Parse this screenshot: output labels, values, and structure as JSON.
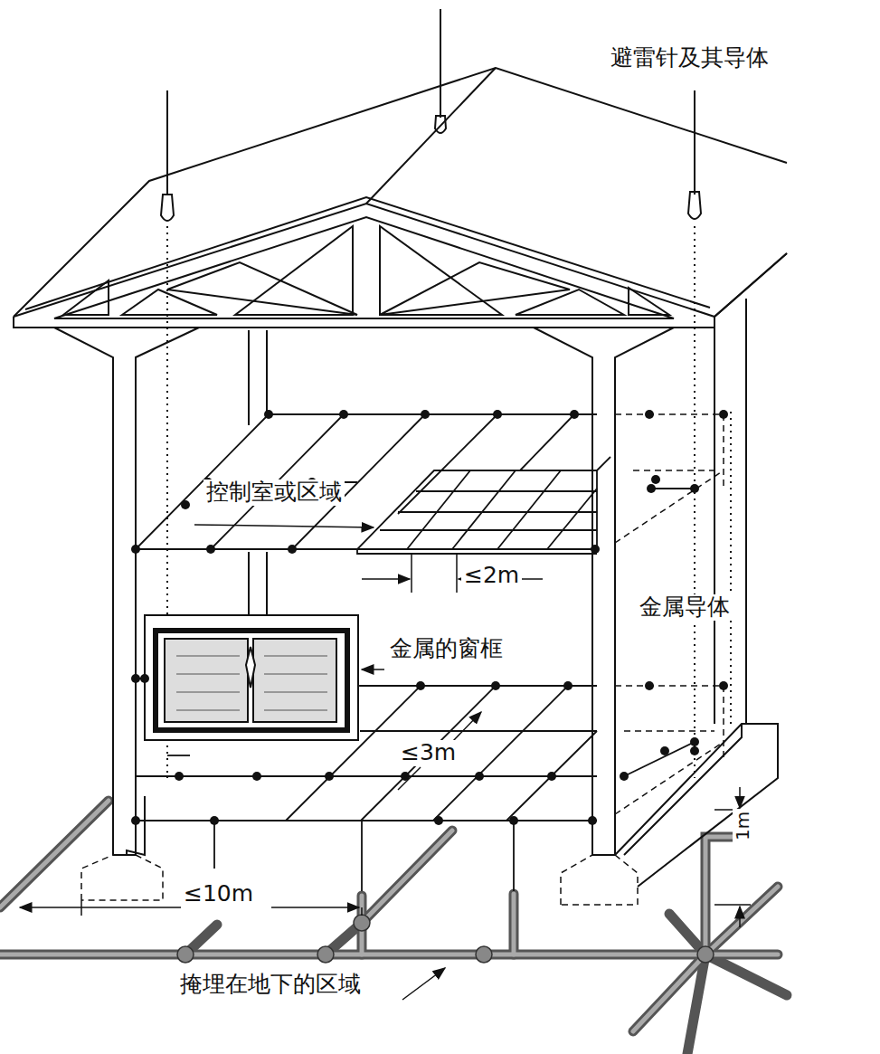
{
  "diagram": {
    "labels": [
      "避雷针及其导体",
      "控制室或区域",
      "≤2m",
      "金属的窗框",
      "≤3m",
      "金属导体",
      "≤10m",
      "掩埋在地下的区域",
      "1m"
    ]
  }
}
